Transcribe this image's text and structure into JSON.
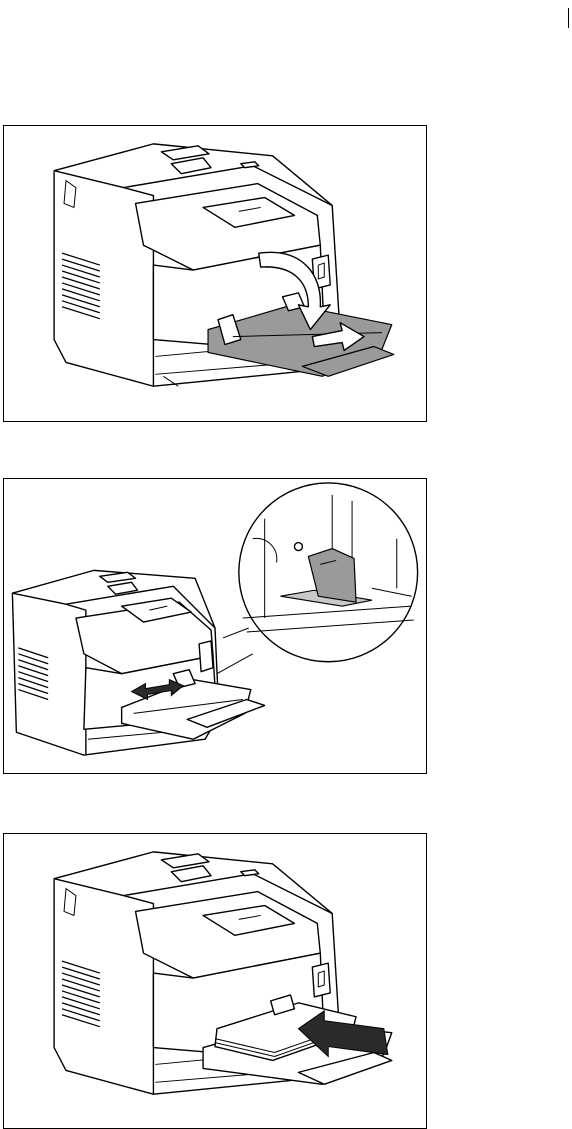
{
  "page": {
    "figures": [
      {
        "step": "open-multipurpose-feeder-and-extend-tray"
      },
      {
        "step": "slide-width-guides-to-edge-detail"
      },
      {
        "step": "insert-media-into-feeder"
      }
    ]
  },
  "icons": {
    "open_arrow": "curved-down-arrow-icon",
    "extend_arrow": "right-arrow-icon",
    "guide_arrow": "double-arrow-icon",
    "insert_arrow": "left-arrow-icon"
  }
}
